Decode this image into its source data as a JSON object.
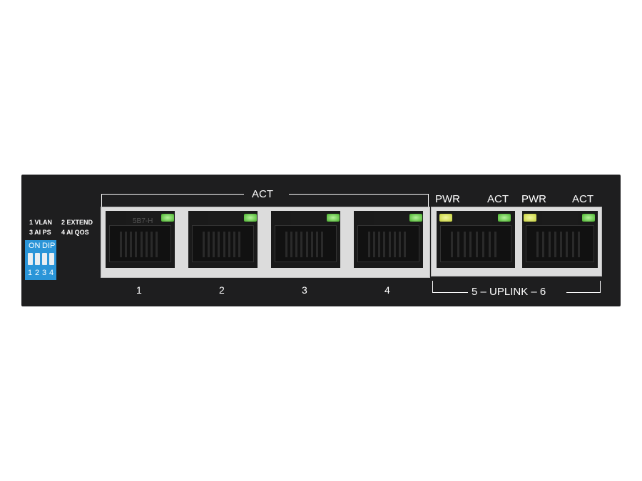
{
  "dip_legend": {
    "l1": "1  VLAN",
    "l2": "2  EXTEND",
    "l3": "3  AI PS",
    "l4": "4  AI QOS"
  },
  "dip_switch": {
    "on_label": "ON",
    "dip_label": "DIP",
    "numbers": [
      "1",
      "2",
      "3",
      "4"
    ]
  },
  "act_label": "ACT",
  "ports": [
    "1",
    "2",
    "3",
    "4"
  ],
  "port1_marking": "5B7-H",
  "uplink": {
    "pwr_label": "PWR",
    "act_label": "ACT",
    "label": "5 – UPLINK – 6"
  },
  "colors": {
    "chassis": "#1e1e1f",
    "led_green": "#46b02a",
    "led_yellow": "#c4cf3a",
    "dip": "#2a95d8"
  }
}
